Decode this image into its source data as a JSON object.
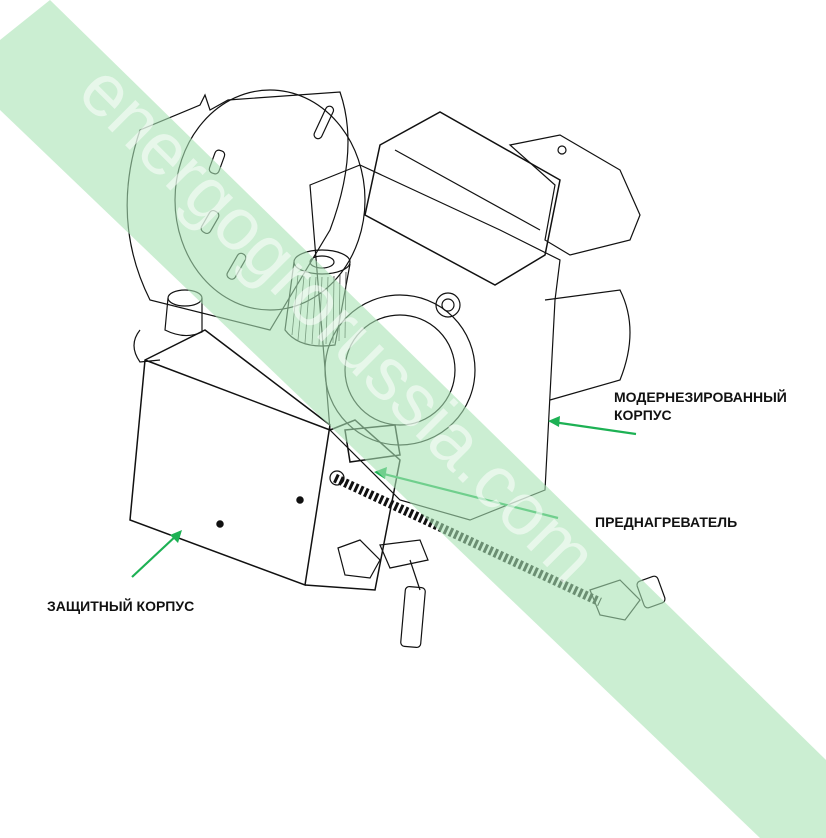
{
  "labels": {
    "modern_housing_line1": "МОДЕРНЕЗИРОВАННЫЙ",
    "modern_housing_line2": "КОРПУС",
    "preheater": "ПРЕДНАГРЕВАТЕЛЬ",
    "protective_housing": "ЗАЩИТНЫЙ КОРПУС"
  },
  "watermark": "energogrorussia.com",
  "colors": {
    "arrow": "#1db154",
    "watermark_band": "#b9e8c3",
    "line": "#111111"
  }
}
